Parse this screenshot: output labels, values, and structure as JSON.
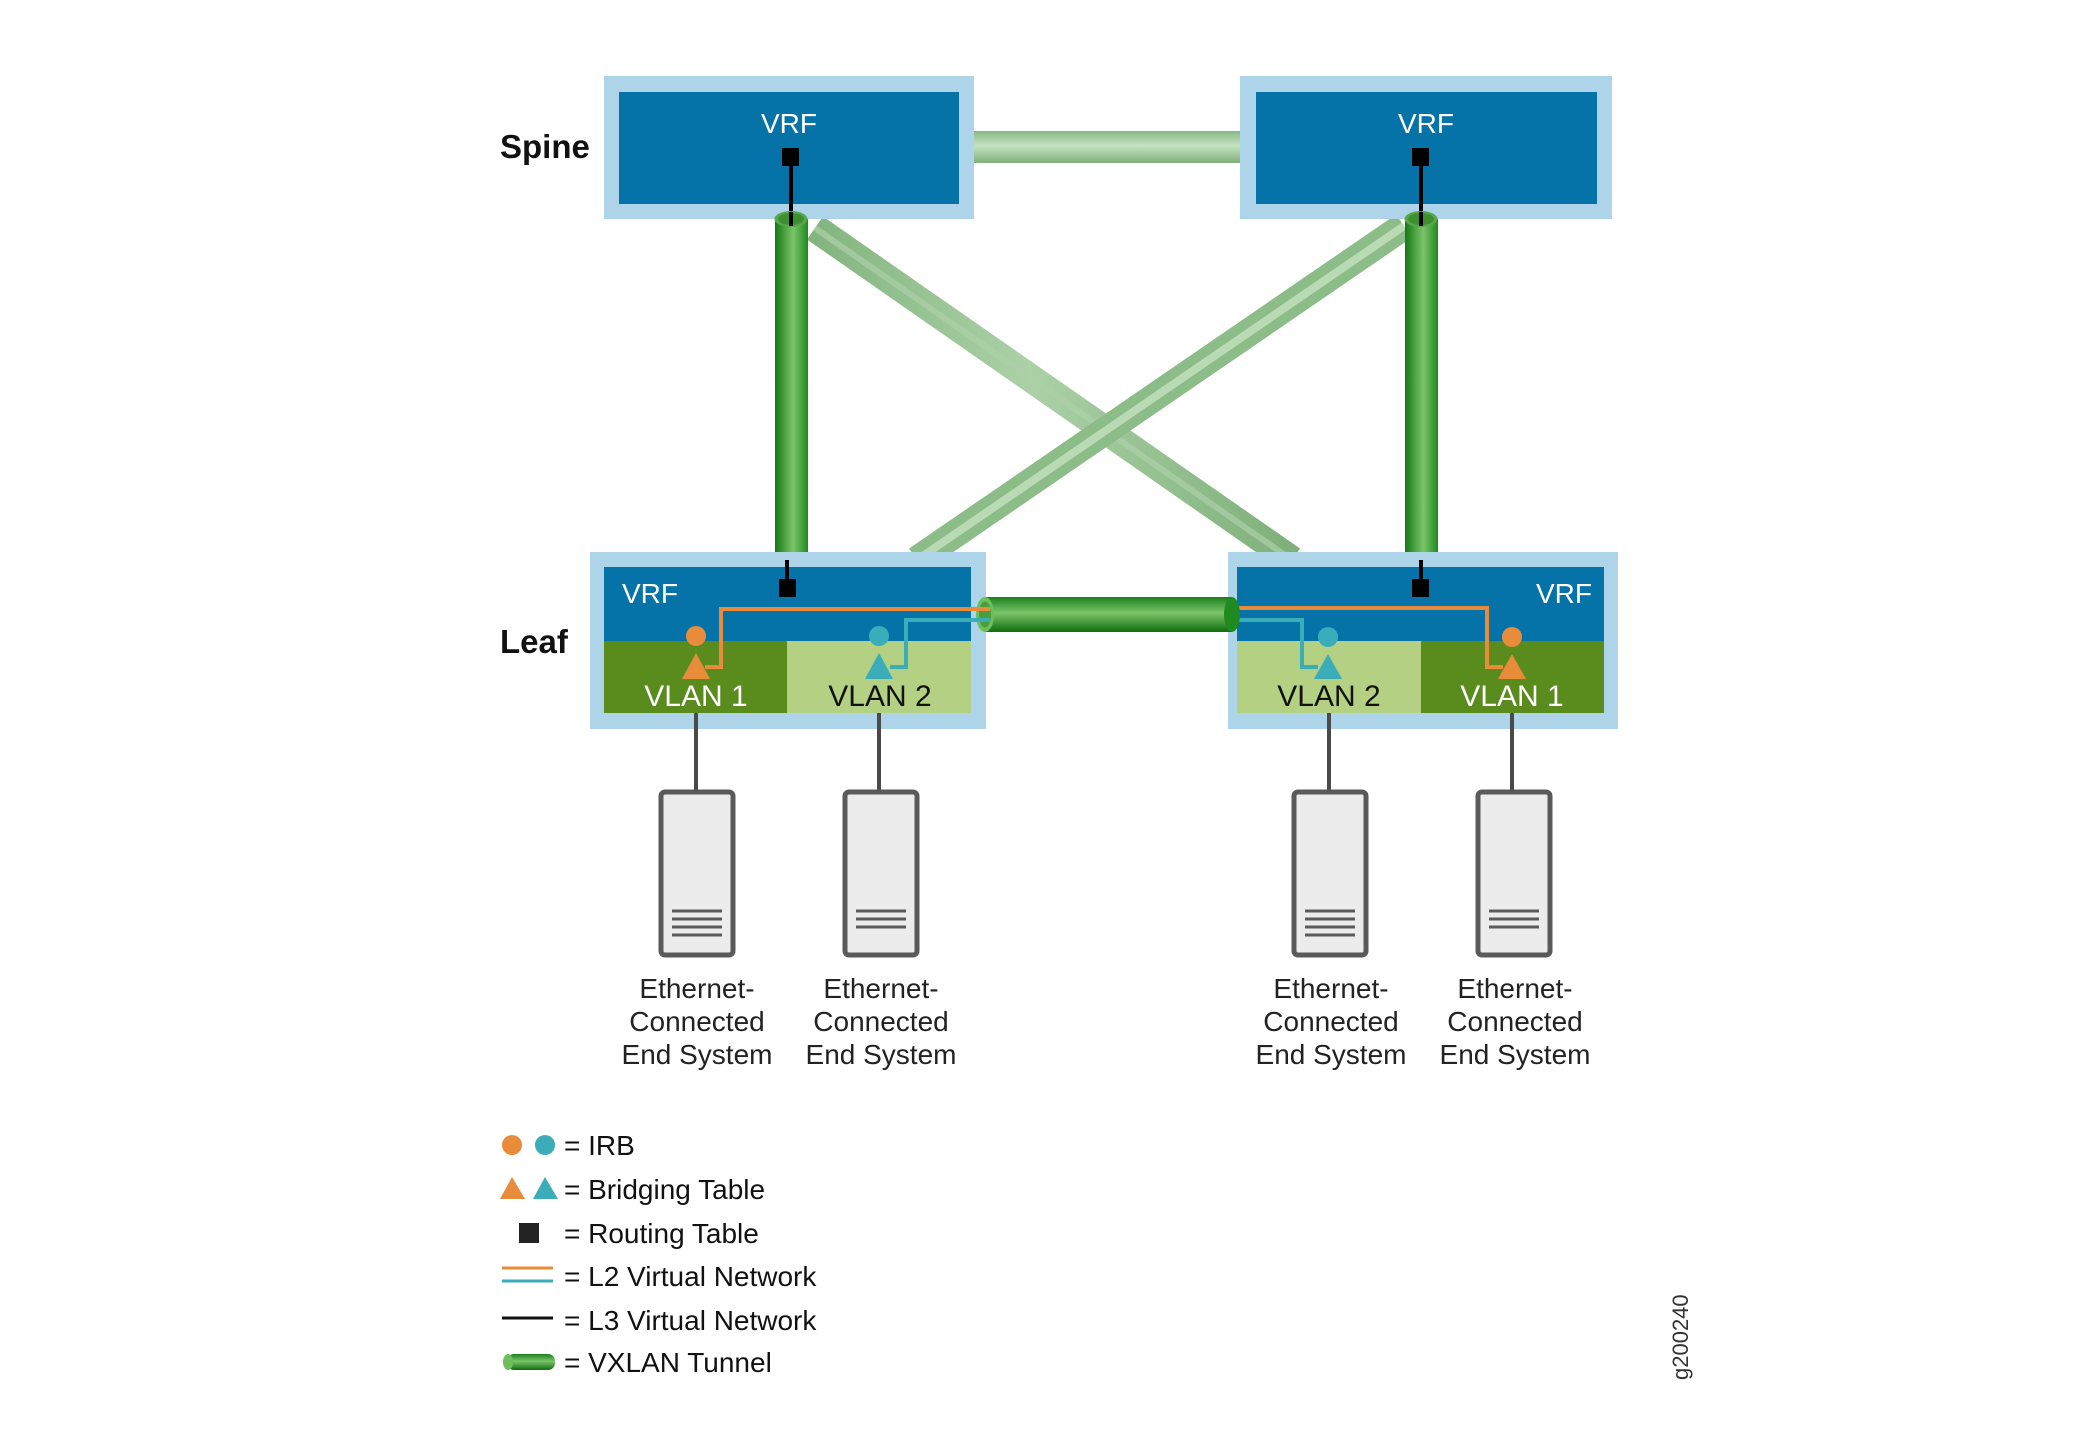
{
  "diagram": {
    "tiers": {
      "spine": "Spine",
      "leaf": "Leaf"
    },
    "spines": [
      {
        "id": "spine-1",
        "vrf_label": "VRF"
      },
      {
        "id": "spine-2",
        "vrf_label": "VRF"
      }
    ],
    "leaves": [
      {
        "id": "leaf-1",
        "vrf_label": "VRF",
        "vlans": [
          {
            "label": "VLAN 1",
            "color": "orange"
          },
          {
            "label": "VLAN 2",
            "color": "teal"
          }
        ]
      },
      {
        "id": "leaf-2",
        "vrf_label": "VRF",
        "vlans": [
          {
            "label": "VLAN 2",
            "color": "teal"
          },
          {
            "label": "VLAN 1",
            "color": "orange"
          }
        ]
      }
    ],
    "end_systems": [
      {
        "lines": [
          "Ethernet-",
          "Connected",
          "End System"
        ],
        "attached_to": "leaf-1 VLAN 1"
      },
      {
        "lines": [
          "Ethernet-",
          "Connected",
          "End System"
        ],
        "attached_to": "leaf-1 VLAN 2"
      },
      {
        "lines": [
          "Ethernet-",
          "Connected",
          "End System"
        ],
        "attached_to": "leaf-2 VLAN 2"
      },
      {
        "lines": [
          "Ethernet-",
          "Connected",
          "End System"
        ],
        "attached_to": "leaf-2 VLAN 1"
      }
    ],
    "tunnels": [
      {
        "from": "spine-1",
        "to": "spine-2",
        "style": "light"
      },
      {
        "from": "spine-1",
        "to": "leaf-1",
        "style": "dark"
      },
      {
        "from": "spine-2",
        "to": "leaf-2",
        "style": "dark"
      },
      {
        "from": "spine-1",
        "to": "leaf-2",
        "style": "light"
      },
      {
        "from": "spine-2",
        "to": "leaf-1",
        "style": "light"
      },
      {
        "from": "leaf-1",
        "to": "leaf-2",
        "style": "dark"
      }
    ],
    "figure_id": "g200240"
  },
  "legend": [
    {
      "symbol": "irb-circles",
      "text": "= IRB"
    },
    {
      "symbol": "bridging-triangles",
      "text": "= Bridging Table"
    },
    {
      "symbol": "routing-square",
      "text": "= Routing Table"
    },
    {
      "symbol": "l2-lines",
      "text": "= L2 Virtual Network"
    },
    {
      "symbol": "l3-line",
      "text": "= L3 Virtual Network"
    },
    {
      "symbol": "vxlan-tunnel",
      "text": "= VXLAN Tunnel"
    }
  ],
  "colors": {
    "box_outer": "#add4e8",
    "vrf": "#0573a8",
    "vlan_dark": "#5a8b1d",
    "vlan_light": "#b3d083",
    "orange": "#e88b3a",
    "teal": "#3aadb8",
    "routing": "#000000",
    "server_fill": "#ececec",
    "server_stroke": "#5a5a5a"
  }
}
